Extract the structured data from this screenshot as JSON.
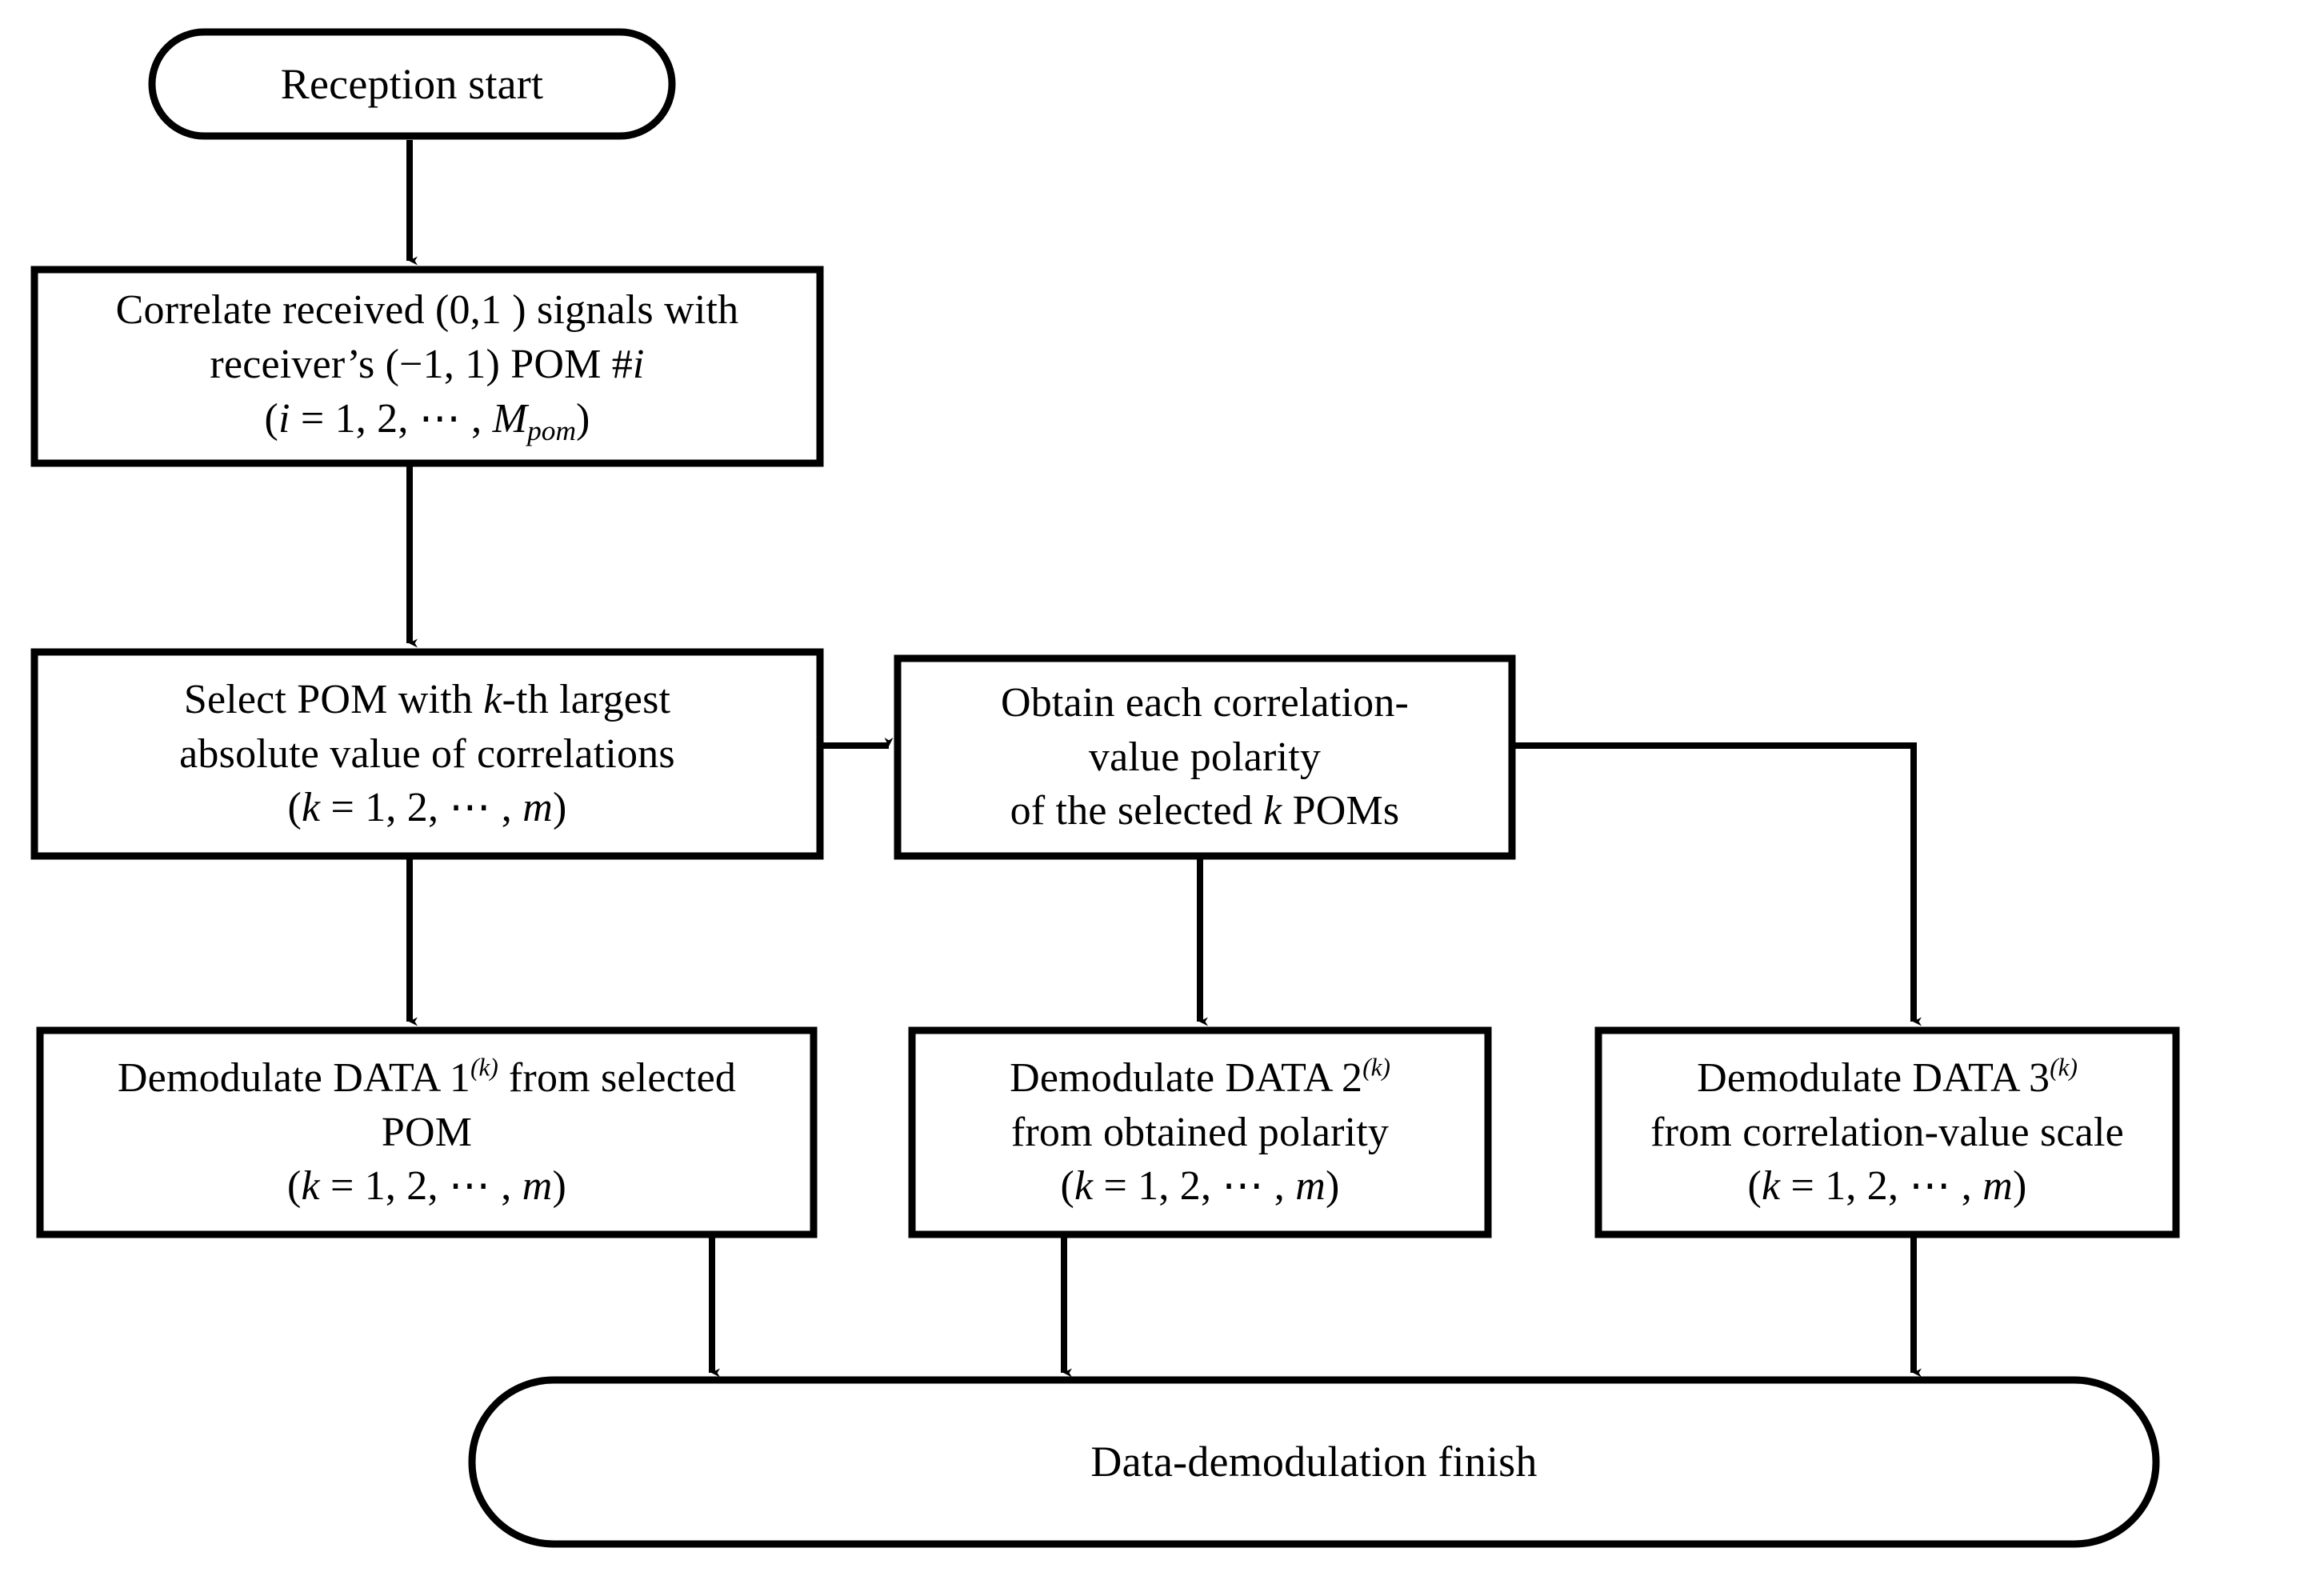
{
  "diagram": {
    "title": "Reception and data-demodulation flowchart",
    "stroke_color": "#000000",
    "fill_color": "#ffffff",
    "background": "#ffffff"
  },
  "nodes": {
    "start": {
      "shape": "terminator",
      "label": "Reception start"
    },
    "correlate": {
      "shape": "process",
      "line1": "Correlate received (0,1 ) signals with",
      "line2_pre": "receiver’s (−1, 1) POM #",
      "line2_var": "i",
      "line3_open": "(",
      "line3_var": "i",
      "line3_mid": " = 1, 2, ⋯ , ",
      "line3_var2": "M",
      "line3_sub": "pom",
      "line3_close": ")"
    },
    "select_pom": {
      "shape": "process",
      "line1_pre": "Select POM with ",
      "line1_var": "k",
      "line1_post": "-th largest",
      "line2": "absolute value of correlations",
      "line3_open": "(",
      "line3_var": "k",
      "line3_mid": " = 1, 2, ⋯ , ",
      "line3_var2": "m",
      "line3_close": ")"
    },
    "obtain_polarity": {
      "shape": "process",
      "line1": "Obtain each correlation-",
      "line2": "value polarity",
      "line3_pre": "of the selected ",
      "line3_var": "k",
      "line3_post": " POMs"
    },
    "demod1": {
      "shape": "process",
      "line1_pre": "Demodulate DATA 1",
      "line1_sup": "(k)",
      "line1_post": " from selected",
      "line2": "POM",
      "line3_open": "(",
      "line3_var": "k",
      "line3_mid": " = 1, 2, ⋯ , ",
      "line3_var2": "m",
      "line3_close": ")"
    },
    "demod2": {
      "shape": "process",
      "line1_pre": "Demodulate DATA 2",
      "line1_sup": "(k)",
      "line1_post": "",
      "line2": "from obtained polarity",
      "line3_open": "(",
      "line3_var": "k",
      "line3_mid": " = 1, 2, ⋯ , ",
      "line3_var2": "m",
      "line3_close": ")"
    },
    "demod3": {
      "shape": "process",
      "line1_pre": "Demodulate DATA 3",
      "line1_sup": "(k)",
      "line1_post": "",
      "line2": "from correlation-value scale",
      "line3_open": "(",
      "line3_var": "k",
      "line3_mid": " = 1, 2, ⋯ , ",
      "line3_var2": "m",
      "line3_close": ")"
    },
    "finish": {
      "shape": "terminator",
      "label": "Data-demodulation finish"
    }
  },
  "edges": [
    {
      "from": "start",
      "to": "correlate",
      "style": "vertical-arrow"
    },
    {
      "from": "correlate",
      "to": "select_pom",
      "style": "vertical-arrow"
    },
    {
      "from": "select_pom",
      "to": "obtain_polarity",
      "style": "horizontal-arrow"
    },
    {
      "from": "select_pom",
      "to": "demod1",
      "style": "vertical-arrow"
    },
    {
      "from": "obtain_polarity",
      "to": "demod2",
      "style": "vertical-arrow"
    },
    {
      "from": "obtain_polarity",
      "to": "demod3",
      "style": "elbow-arrow"
    },
    {
      "from": "demod1",
      "to": "finish",
      "style": "vertical-arrow"
    },
    {
      "from": "demod2",
      "to": "finish",
      "style": "vertical-arrow"
    },
    {
      "from": "demod3",
      "to": "finish",
      "style": "vertical-arrow"
    }
  ]
}
